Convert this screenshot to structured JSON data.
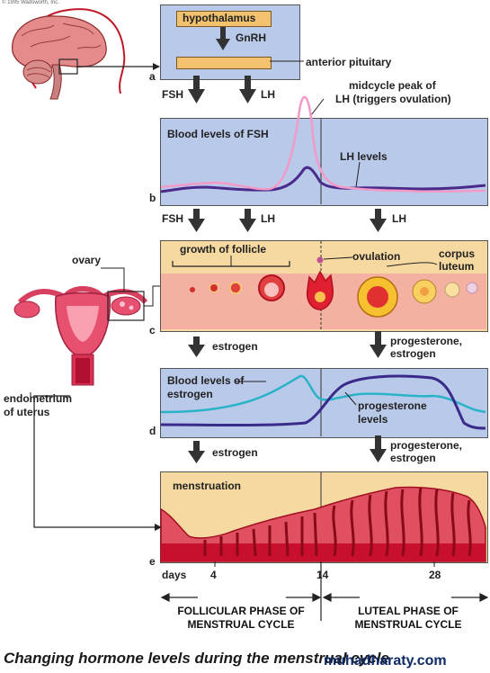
{
  "copyright": "© 1995 Wadsworth, Inc.",
  "panel_a": {
    "letter": "a",
    "hypothalamus": "hypothalamus",
    "gnrh": "GnRH",
    "anterior_pituitary": "anterior pituitary",
    "fsh": "FSH",
    "lh": "LH"
  },
  "panel_b": {
    "letter": "b",
    "title": "Blood levels of FSH",
    "peak_note_line1": "midcycle peak of",
    "peak_note_line2": "LH (triggers ovulation)",
    "lh_levels": "LH levels",
    "fsh": "FSH",
    "lh1": "LH",
    "lh2": "LH"
  },
  "panel_c": {
    "letter": "c",
    "ovary": "ovary",
    "growth_of_follicle": "growth of follicle",
    "ovulation": "ovulation",
    "corpus_line1": "corpus",
    "corpus_line2": "luteum",
    "estrogen": "estrogen",
    "progesterone_line1": "progesterone,",
    "progesterone_line2": "estrogen"
  },
  "panel_d": {
    "letter": "d",
    "title_line1": "Blood levels of",
    "title_line2": "estrogen",
    "prog_line1": "progesterone",
    "prog_line2": "levels",
    "estrogen": "estrogen",
    "progesterone_line1": "progesterone,",
    "progesterone_line2": "estrogen",
    "endometrium_line1": "endometrium",
    "endometrium_line2": "of uterus"
  },
  "panel_e": {
    "letter": "e",
    "menstruation": "menstruation",
    "days": "days",
    "day4": "4",
    "day14": "14",
    "day28": "28"
  },
  "phases": {
    "follicular_line1": "FOLLICULAR PHASE OF",
    "follicular_line2": "MENSTRUAL CYCLE",
    "luteal_line1": "LUTEAL PHASE OF",
    "luteal_line2": "MENSTRUAL CYCLE"
  },
  "caption": "Changing hormone levels during the menstrual cycle",
  "watermark": "muhadharaty.com",
  "colors": {
    "blue_panel": "#b9c9ea",
    "tan_panel": "#f6d9a0",
    "fsh_curve": "#4a2a8a",
    "lh_curve": "#f29ac8",
    "estrogen_curve": "#2ab3c8",
    "progesterone_curve": "#3a2a8a",
    "endometrium": "#c8102e"
  }
}
